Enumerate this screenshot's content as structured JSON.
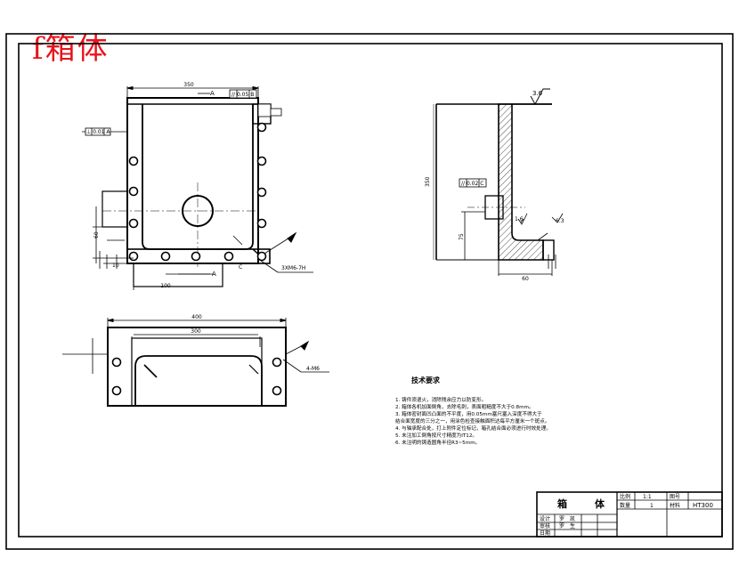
{
  "sheet": {
    "title": "f箱体"
  },
  "annotations": {
    "section_a_top": "A",
    "section_a_bottom": "A",
    "label_c": "C",
    "roughness": "3.6",
    "roughness_small_1": "1.6",
    "roughness_small_2": "6.3",
    "fcf_front": "// 0.05 B",
    "fcf_left": "⊥ 0.01 A",
    "fcf_side": "// 0.02 C",
    "thread_note": "3XM6-7H",
    "plan_thread_note": "4-M6"
  },
  "technical_notes": {
    "title": "技术要求",
    "items": [
      "1. 铸件须退火，消除残余应力以防变形。",
      "2. 箱体各机加面倒角，去除毛刺，表面粗糙度不大于0.8mm。",
      "3. 箱体密封面凹凸面的不平度，用0.05mm塞尺塞入深度不得大于",
      "   结合面宽度的三分之一，用涂色检查接触面积达每平方厘米一个斑点。",
      "4. 与轴承配合处，打上附件定位标记，箱孔结合面必须进行时效处理。",
      "5. 未注加工倒角按尺寸精度为IT12。",
      "6. 未注明的铸造圆角半径R3~5mm。"
    ]
  },
  "title_block": {
    "name": "箱　体",
    "scale_label": "比例",
    "scale_value": "1:1",
    "drawing_no_label": "图号",
    "qty_label": "数量",
    "qty_value": "1",
    "material_label": "材料",
    "material_value": "HT300",
    "design_label": "设计",
    "design_value": "罗　凯",
    "check_label": "审核",
    "check_value": "罗　生",
    "date_label": "日期"
  }
}
